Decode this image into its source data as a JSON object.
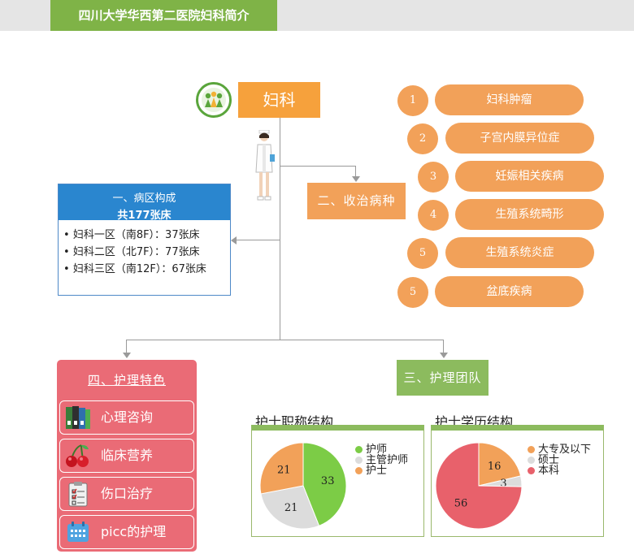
{
  "title": "四川大学华西第二医院妇科简介",
  "root": {
    "label": "妇科"
  },
  "ward": {
    "heading": "一、病区构成",
    "subheading": "共177张床",
    "items": [
      "妇科一区（南8F）：37张床",
      "妇科二区（北7F）：77张床",
      "妇科三区（南12F）：67张床"
    ]
  },
  "diseases": {
    "heading": "二、收治病种",
    "items": [
      {
        "num": "1",
        "label": "妇科肿瘤"
      },
      {
        "num": "2",
        "label": "子宫内膜异位症"
      },
      {
        "num": "3",
        "label": "妊娠相关疾病"
      },
      {
        "num": "4",
        "label": "生殖系统畸形"
      },
      {
        "num": "5",
        "label": "生殖系统炎症"
      },
      {
        "num": "5",
        "label": "盆底疾病"
      }
    ]
  },
  "team": {
    "heading": "三、护理团队"
  },
  "care": {
    "heading": "四、护理特色",
    "items": [
      {
        "label": "心理咨询",
        "icon": "binders-icon"
      },
      {
        "label": "临床营养",
        "icon": "cherries-icon"
      },
      {
        "label": "伤口治疗",
        "icon": "clipboard-icon"
      },
      {
        "label": "picc的护理",
        "icon": "calendar-icon"
      }
    ]
  },
  "colors": {
    "green": "#7fb347",
    "orange": "#f2a159",
    "blue": "#2a86cf",
    "pink": "#ea6b76",
    "gray": "#dcdcdc",
    "red": "#e8616b"
  },
  "chart_data": [
    {
      "type": "pie",
      "title": "护士职称结构",
      "categories": [
        "护师",
        "主管护师",
        "护士"
      ],
      "values": [
        33,
        21,
        21
      ],
      "colors": [
        "#7ccc46",
        "#dcdcdc",
        "#f2a159"
      ],
      "legend": "right"
    },
    {
      "type": "pie",
      "title": "护士学历结构",
      "categories": [
        "大专及以下",
        "硕士",
        "本科"
      ],
      "values": [
        16,
        3,
        56
      ],
      "colors": [
        "#f2a159",
        "#dcdcdc",
        "#e8616b"
      ],
      "legend": "right"
    }
  ]
}
